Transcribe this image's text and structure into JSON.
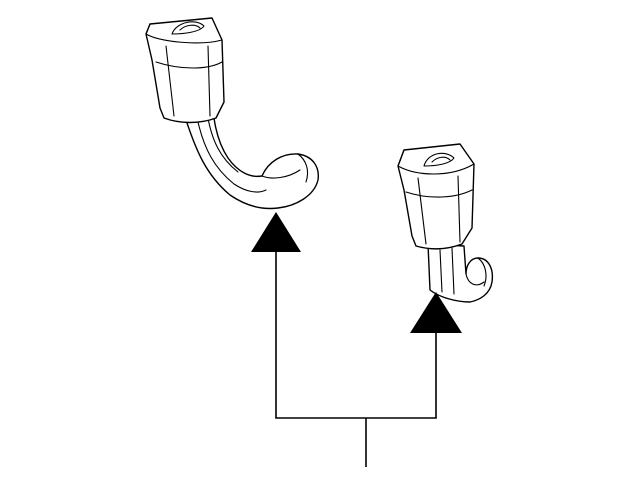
{
  "diagram": {
    "type": "parts-callout",
    "background": "#ffffff",
    "line_color": "#000000",
    "parts": [
      {
        "name": "seat-belt-buckle-left",
        "shape": "buckle-with-long-curved-stalk"
      },
      {
        "name": "seat-belt-buckle-right",
        "shape": "buckle-with-short-hooked-stalk"
      }
    ],
    "callout": {
      "arrowheads": 2,
      "arrow_style": "filled-triangle"
    }
  }
}
